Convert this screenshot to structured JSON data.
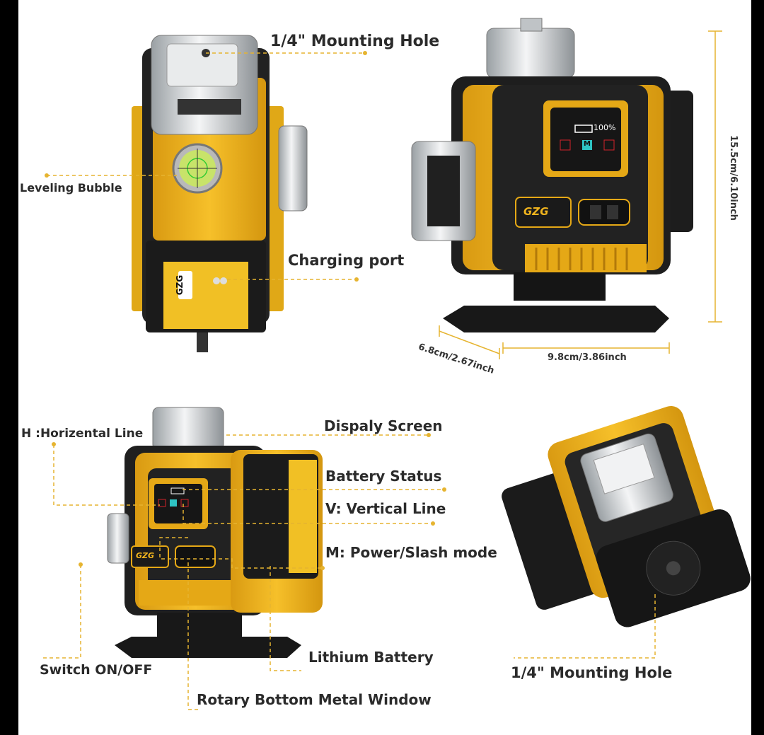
{
  "panel_top_left": {
    "mounting_hole": "1/4\" Mounting Hole",
    "leveling_bubble": "Leveling Bubble",
    "charging_port": "Charging port",
    "logo_text": "GZG"
  },
  "panel_top_right": {
    "height": "15.5cm/6.10inch",
    "depth": "6.8cm/2.67inch",
    "width": "9.8cm/3.86inch",
    "battery_readout": "100%",
    "mode_button": "M",
    "logo_text": "GZG"
  },
  "panel_bottom_left": {
    "horizontal_line": "H :Horizental Line",
    "display_screen": "Dispaly Screen",
    "battery_status": "Battery Status",
    "vertical_line": "V: Vertical Line",
    "power_mode": "M: Power/Slash mode",
    "lithium_battery": "Lithium Battery",
    "switch": "Switch ON/OFF",
    "rotary_bottom": "Rotary Bottom Metal Window",
    "logo_text": "GZG"
  },
  "panel_bottom_right": {
    "mounting_hole": "1/4\" Mounting Hole"
  },
  "colors": {
    "body_yellow": "#f0b41e",
    "body_dark": "#1f1f1f",
    "metal": "#cfd3d6",
    "leader": "#e6b430",
    "button_red": "#d2232a",
    "button_teal": "#2ec4c4"
  }
}
